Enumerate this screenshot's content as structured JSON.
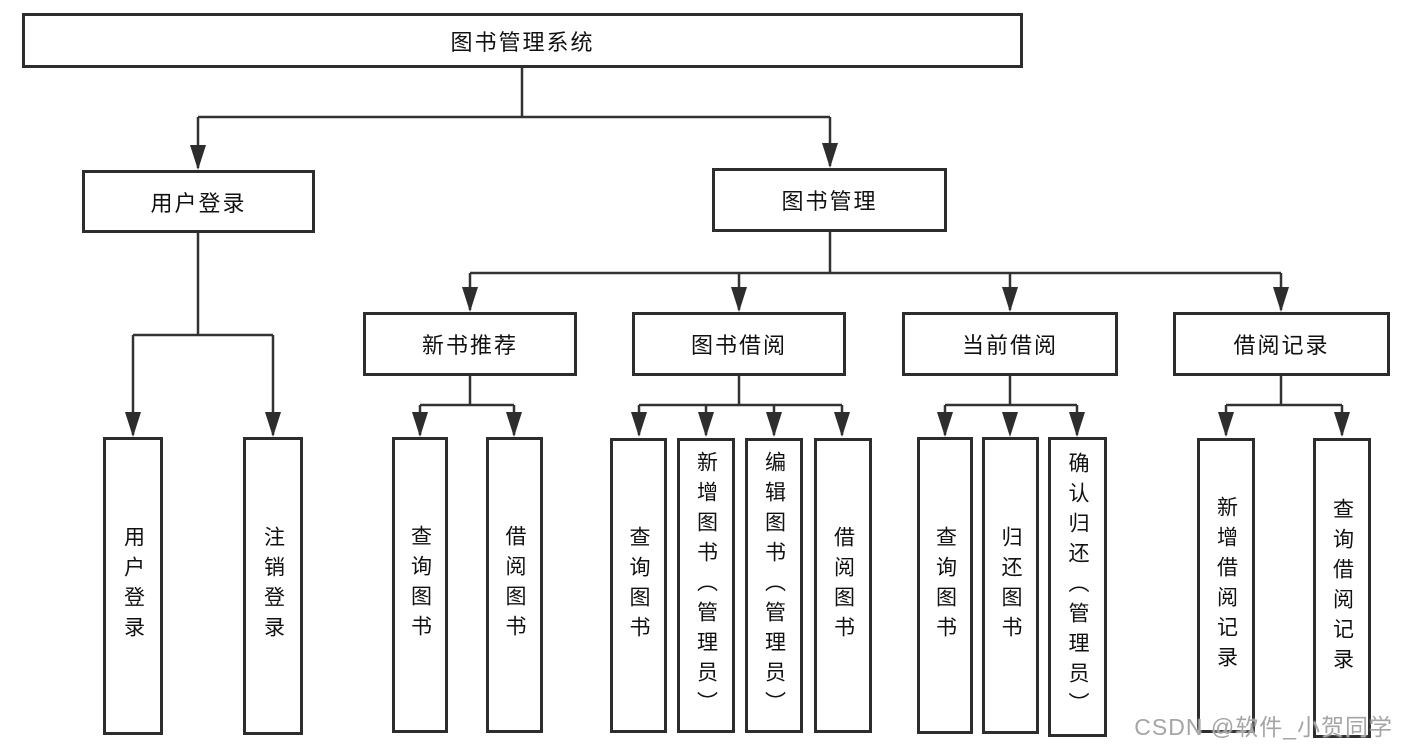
{
  "diagram_title": "图书管理系统",
  "nodes": {
    "root": "图书管理系统",
    "user_login_group": "用户登录",
    "book_management": "图书管理",
    "new_book_recommendation": "新书推荐",
    "book_borrowing": "图书借阅",
    "current_borrowing": "当前借阅",
    "borrowing_records": "借阅记录",
    "user_login": "用户登录",
    "logout": "注销登录",
    "rec_query_books": "查询图书",
    "rec_borrow_books": "借阅图书",
    "bor_query_books": "查询图书",
    "bor_add_books": "新增图书（管理员）",
    "bor_edit_books": "编辑图书（管理员）",
    "bor_borrow_books": "借阅图书",
    "cur_query_books": "查询图书",
    "cur_return_books": "归还图书",
    "cur_confirm_return": "确认归还（管理员）",
    "recd_add_record": "新增借阅记录",
    "recd_query_record": "查询借阅记录"
  },
  "hierarchy": {
    "图书管理系统": {
      "用户登录": [
        "用户登录",
        "注销登录"
      ],
      "图书管理": {
        "新书推荐": [
          "查询图书",
          "借阅图书"
        ],
        "图书借阅": [
          "查询图书",
          "新增图书（管理员）",
          "编辑图书（管理员）",
          "借阅图书"
        ],
        "当前借阅": [
          "查询图书",
          "归还图书",
          "确认归还（管理员）"
        ],
        "借阅记录": [
          "新增借阅记录",
          "查询借阅记录"
        ]
      }
    }
  },
  "watermark": "CSDN @软件_小贺同学",
  "colors": {
    "background": "#ffffff",
    "line": "#333333",
    "box_border": "#2d2d2d",
    "box_fill": "#ffffff",
    "text": "#111111",
    "watermark": "#a5a5a8"
  }
}
